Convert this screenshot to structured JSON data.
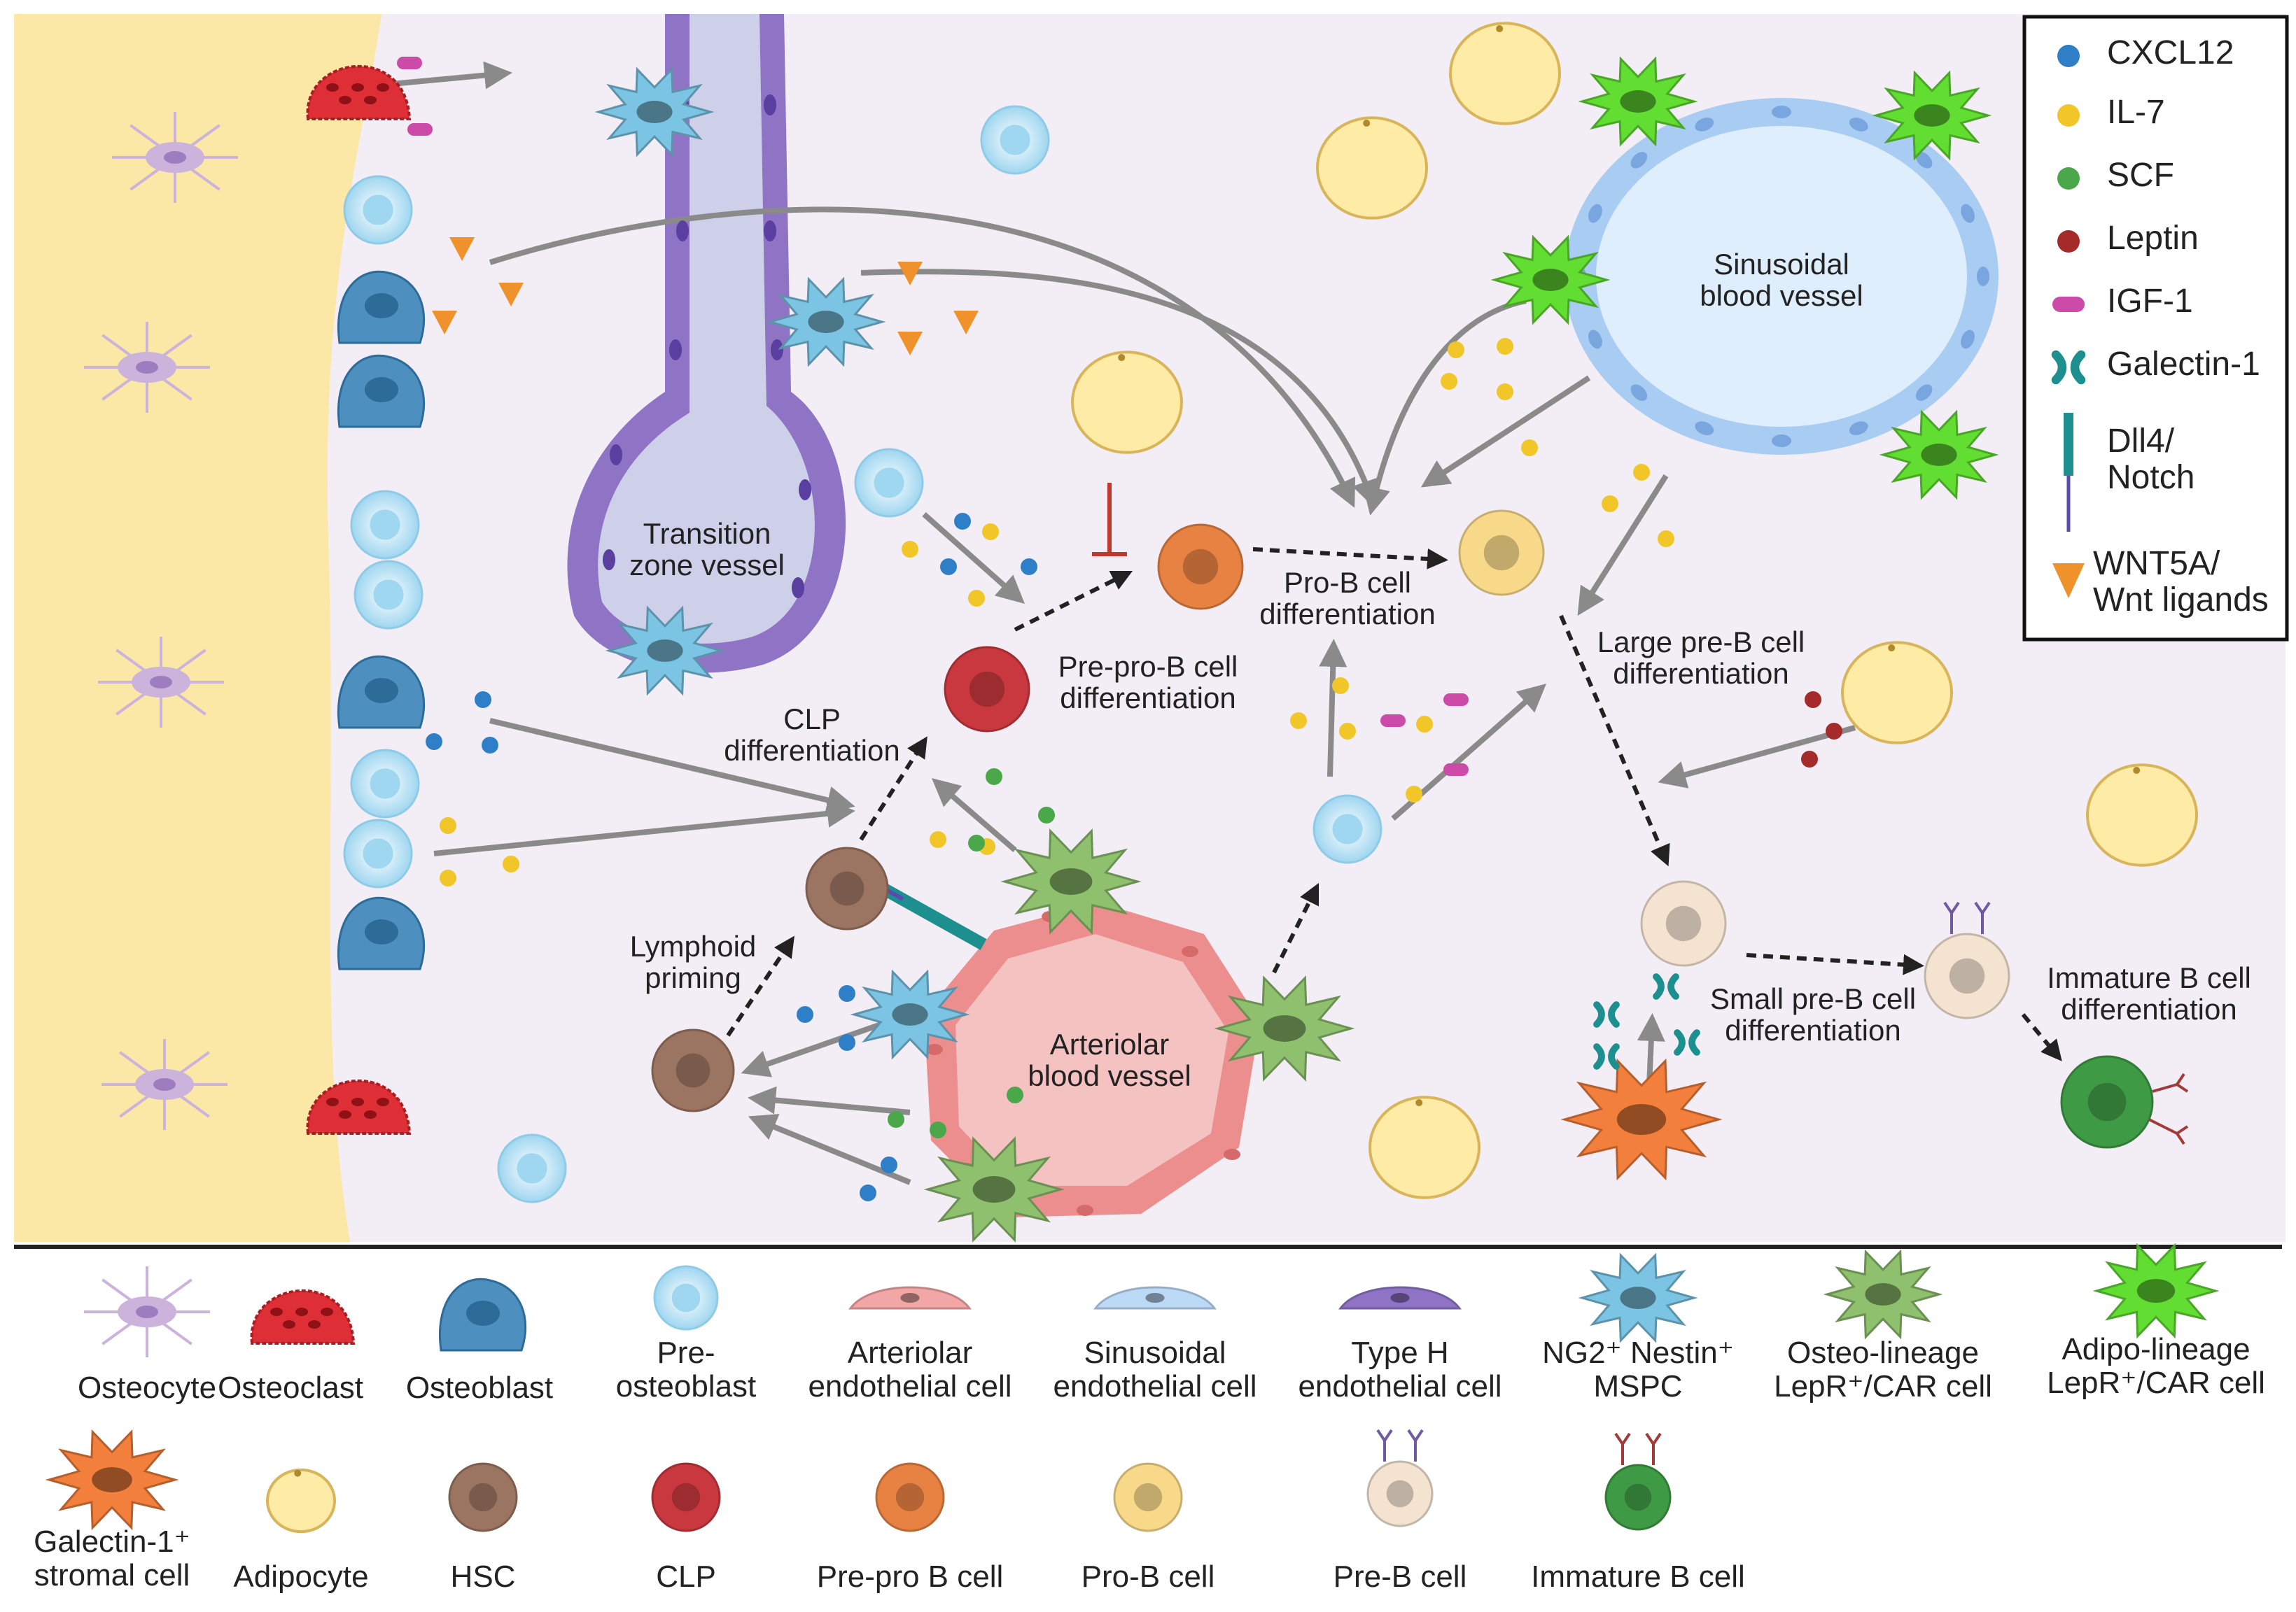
{
  "labels": {
    "transition_vessel": "Transition\nzone vessel",
    "sinusoidal_vessel": "Sinusoidal\nblood vessel",
    "arteriolar_vessel": "Arteriolar\nblood vessel",
    "clp_diff": "CLP\ndifferentiation",
    "prepro_diff": "Pre-pro-B cell\ndifferentiation",
    "prob_diff": "Pro-B cell\ndifferentiation",
    "large_preb_diff": "Large pre-B cell\ndifferentiation",
    "small_preb_diff": "Small pre-B cell\ndifferentiation",
    "immature_diff": "Immature B cell\ndifferentiation",
    "lymphoid_priming": "Lymphoid\npriming"
  },
  "legend": [
    {
      "label": "CXCL12",
      "color": "#2f7fc8"
    },
    {
      "label": "IL-7",
      "color": "#f1c629"
    },
    {
      "label": "SCF",
      "color": "#4aa84a"
    },
    {
      "label": "Leptin",
      "color": "#a52a2a"
    },
    {
      "label": "IGF-1",
      "color": "#cc4aa8"
    },
    {
      "label": "Galectin-1",
      "color": "#1e8f8f"
    },
    {
      "label": "Dll4/\nNotch",
      "color": "#1e8f8f"
    },
    {
      "label": "WNT5A/\nWnt ligands",
      "color": "#f0922b"
    }
  ],
  "key_row1": [
    "Osteocyte",
    "Osteoclast",
    "Osteoblast",
    "Pre-\nosteoblast",
    "Arteriolar\nendothelial cell",
    "Sinusoidal\nendothelial cell",
    "Type H\nendothelial cell",
    "NG2⁺ Nestin⁺\nMSPC",
    "Osteo-lineage\nLepR⁺/CAR cell",
    "Adipo-lineage\nLepR⁺/CAR cell"
  ],
  "key_row2": [
    "Galectin-1⁺\nstromal cell",
    "Adipocyte",
    "HSC",
    "CLP",
    "Pre-pro B cell",
    "Pro-B cell",
    "Pre-B cell",
    "Immature B cell"
  ],
  "colors": {
    "bone": "#fbe7a6",
    "marrow": "#f3eef6",
    "osteoblast": "#4d8fbe",
    "osteoclast": "#dd2f35",
    "preosteoblast": "#bfe6f7",
    "osteocyte": "#cbb3dc",
    "typeH": "#8f74c6",
    "arteriolar": "#f2a6a6",
    "sinusoidal": "#bcd9f6",
    "mspc": "#7cc4e3",
    "osteo_car": "#8fc06e",
    "adipo_car": "#62dd32",
    "galectin_stromal": "#f27f3c",
    "adipocyte": "#fdeba6",
    "hsc": "#9b7462",
    "clp": "#c8383e",
    "preprob": "#e78242",
    "prob": "#f8d98a",
    "preb": "#f4e3d1",
    "immature": "#3f9a45"
  }
}
